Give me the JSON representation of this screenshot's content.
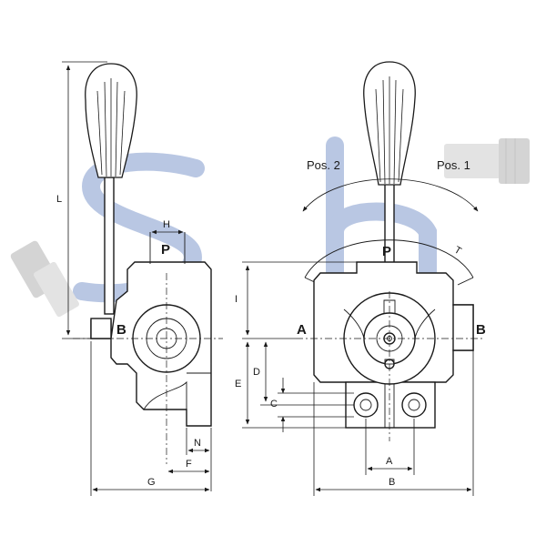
{
  "watermark": {
    "color": "#b9c7e3",
    "fitting_color": "#d4d4d4"
  },
  "side_view": {
    "port_top": "P",
    "port_left": "B",
    "dims": {
      "L": "L",
      "H": "H",
      "G": "G",
      "F": "F",
      "N": "N"
    }
  },
  "front_view": {
    "port_top": "P",
    "port_left": "A",
    "port_right": "B",
    "tank": "T",
    "pos1": "Pos. 1",
    "pos2": "Pos. 2",
    "dims": {
      "I": "I",
      "E": "E",
      "D": "D",
      "C": "C",
      "A": "A",
      "B": "B"
    }
  },
  "icons": {
    "arrow": "arrowhead-icon",
    "circlip": "circlip-icon"
  }
}
